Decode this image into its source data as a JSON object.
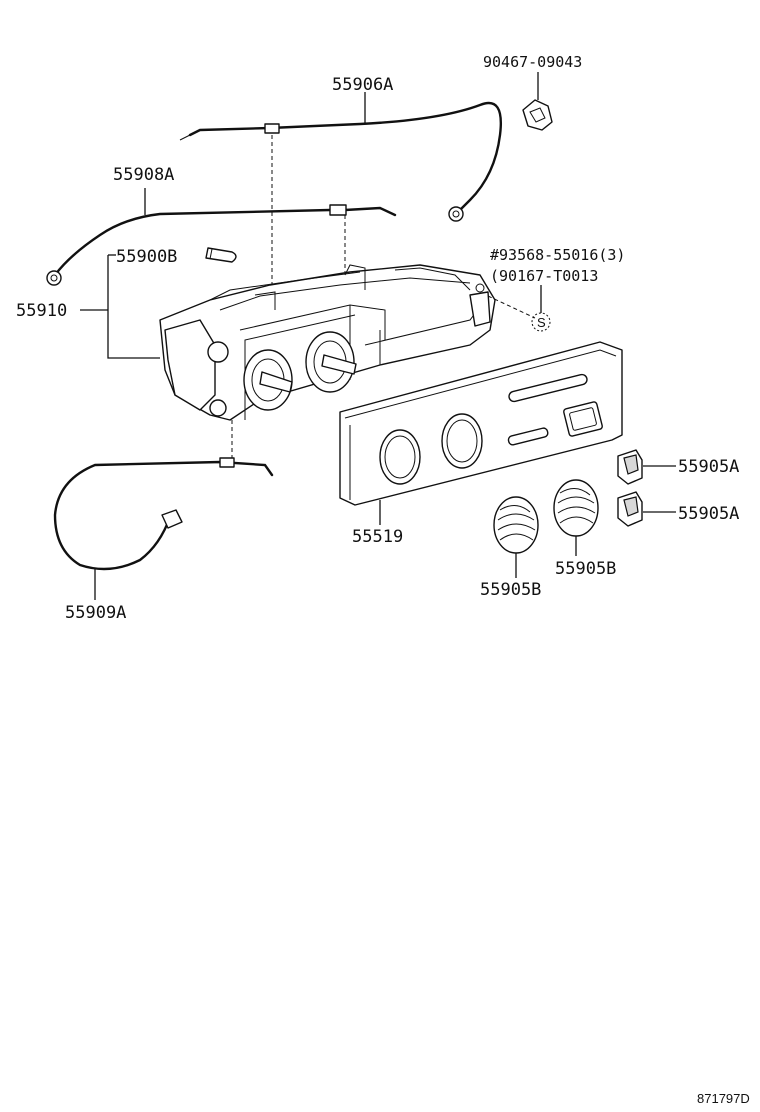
{
  "diagram": {
    "labels": {
      "p55906A": "55906A",
      "p90467": "90467-09043",
      "p55908A": "55908A",
      "p55900B": "55900B",
      "p93568": "#93568-55016(3)",
      "p90167": "(90167-T0013",
      "p55910": "55910",
      "p55905A_1": "55905A",
      "p55905A_2": "55905A",
      "p55519": "55519",
      "p55905B_1": "55905B",
      "p55905B_2": "55905B",
      "p55909A": "55909A",
      "screw_symbol": "S"
    },
    "reference_code": "871797D"
  }
}
